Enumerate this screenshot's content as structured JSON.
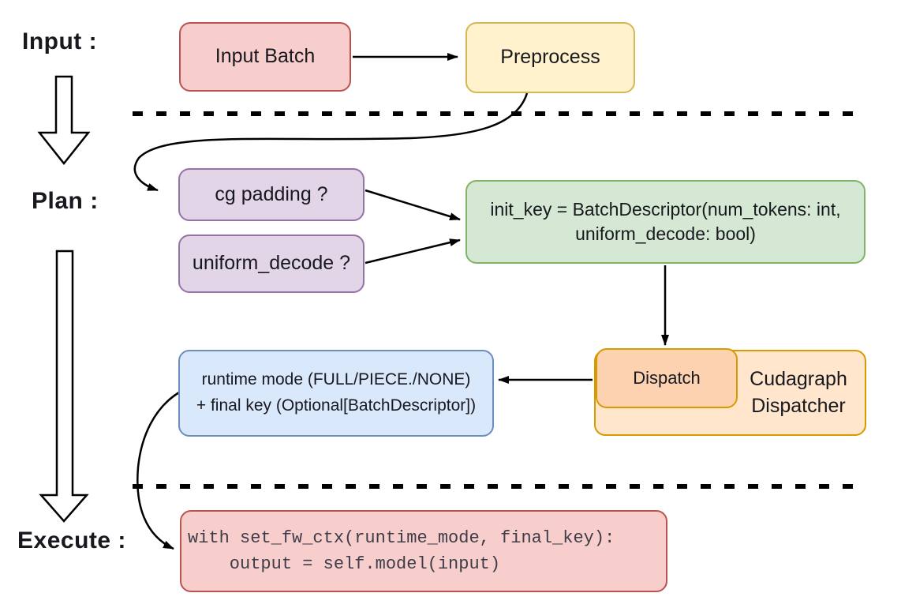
{
  "stage_labels": {
    "input": "Input :",
    "plan": "Plan :",
    "execute": "Execute :"
  },
  "nodes": {
    "input_batch": {
      "label": "Input Batch"
    },
    "preprocess": {
      "label": "Preprocess"
    },
    "cg_padding": {
      "label": "cg padding ?"
    },
    "uniform_decode": {
      "label": "uniform_decode ?"
    },
    "init_key": {
      "line1": "init_key = BatchDescriptor(num_tokens: int,",
      "line2": "uniform_decode: bool)"
    },
    "runtime_mode": {
      "line1": "runtime mode (FULL/PIECE./NONE)",
      "line2": "+ final key (Optional[BatchDescriptor])"
    },
    "dispatch": {
      "label": "Dispatch"
    },
    "cudagraph_dispatcher": {
      "line1": "Cudagraph",
      "line2": "Dispatcher"
    },
    "execute_code": {
      "line1": "with set_fw_ctx(runtime_mode, final_key):",
      "line2": "    output = self.model(input)"
    }
  },
  "colors": {
    "red_fill": "#f8cecc",
    "red_border": "#b85450",
    "yellow_fill": "#fff2cc",
    "yellow_border": "#d6b656",
    "purple_fill": "#e1d5e7",
    "purple_border": "#9673a6",
    "green_fill": "#d5e8d4",
    "green_border": "#82b366",
    "blue_fill": "#dae8fc",
    "blue_border": "#6c8ebf",
    "orange_fill": "#ffe6cc",
    "orange_border": "#d79b00",
    "dispatch_fill": "#fcd2b0",
    "line_color": "#000000",
    "text_color": "#18181f",
    "code_text": "#3d3d4a"
  }
}
